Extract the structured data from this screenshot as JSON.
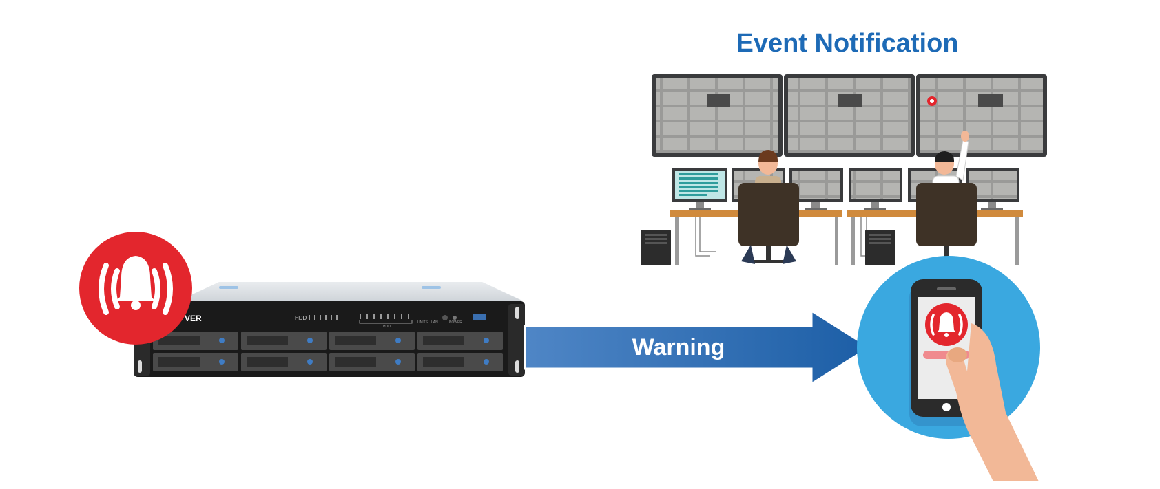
{
  "title": "Event Notification",
  "arrow_label": "Warning",
  "server": {
    "brand_fragment": "VER",
    "hdd_label": "HDD",
    "hdd_group_label": "HDD",
    "led_labels": [
      "UNITS",
      "LAN",
      "POWER"
    ]
  },
  "icons": {
    "server_alarm": "alarm-bell-icon",
    "phone_alarm": "alarm-bell-icon",
    "camera_alert": "alert-icon"
  },
  "colors": {
    "title": "#1d6ab6",
    "arrow_start": "#4f86c6",
    "arrow_end": "#1c5ea6",
    "alarm_red": "#e3262d",
    "phone_circle": "#3aa8e0",
    "desk": "#d08a3c",
    "chair": "#3e3226",
    "skin": "#f2b897"
  }
}
